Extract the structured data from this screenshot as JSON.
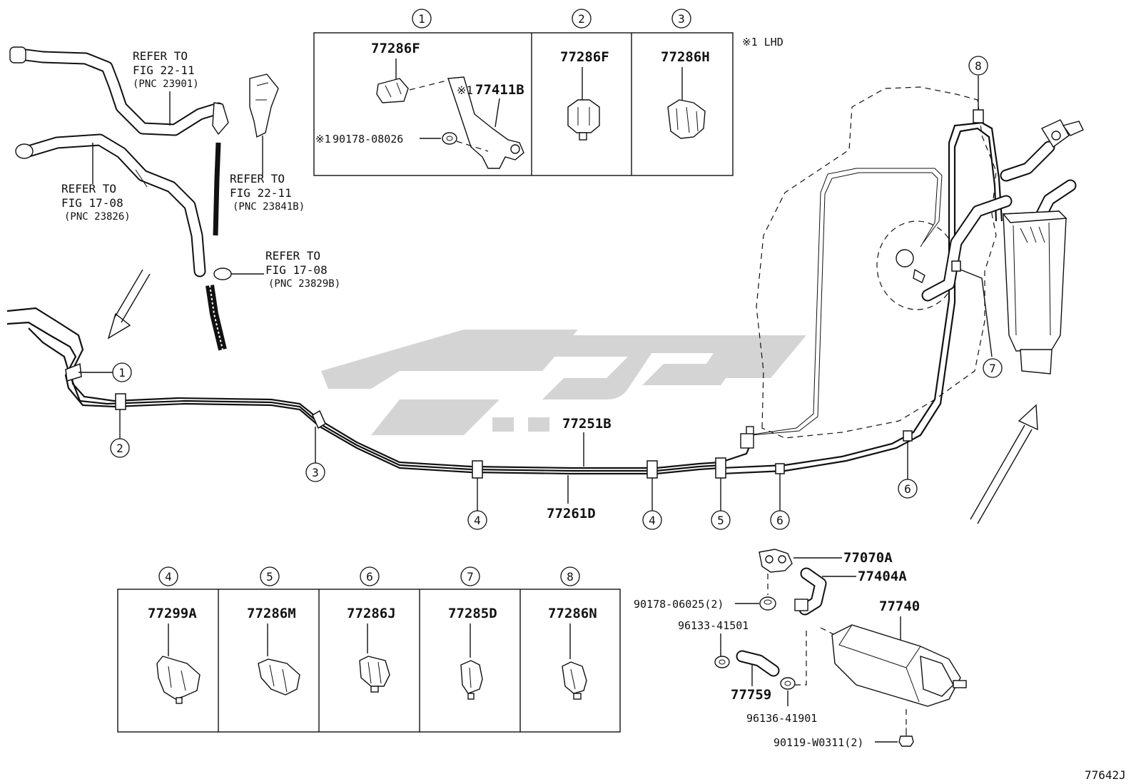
{
  "boxes": {
    "top": [
      {
        "index": "1",
        "part": "77286F",
        "bracket": "77411B",
        "grommet": "90178-08026"
      },
      {
        "index": "2",
        "part": "77286F"
      },
      {
        "index": "3",
        "part": "77286H"
      }
    ],
    "lhd_note": "※1 LHD",
    "bottom": [
      {
        "index": "4",
        "part": "77299A"
      },
      {
        "index": "5",
        "part": "77286M"
      },
      {
        "index": "6",
        "part": "77286J"
      },
      {
        "index": "7",
        "part": "77285D"
      },
      {
        "index": "8",
        "part": "77286N"
      }
    ]
  },
  "references": {
    "ref_to": "REFER TO",
    "fig_22_11": "FIG 22-11",
    "fig_17_08": "FIG 17-08",
    "pnc_23901": "(PNC 23901)",
    "pnc_23841b": "(PNC 23841B)",
    "pnc_23826": "(PNC 23826)",
    "pnc_23829b": "(PNC 23829B)"
  },
  "markers": {
    "note_mark": "※1",
    "one": "1",
    "two": "2",
    "three": "3",
    "four": "4",
    "five": "5",
    "six": "6",
    "seven": "7",
    "eight": "8"
  },
  "main_parts": {
    "tube_upper": "77251B",
    "tube_lower": "77261D"
  },
  "canister_parts": {
    "valve": "77070A",
    "hose": "77404A",
    "nut": "90178-06025(2)",
    "canister": "77740",
    "clamp_a": "96133-41501",
    "hose_b": "77759",
    "clamp_b": "96136-41901",
    "bolt": "90119-W0311(2)"
  },
  "figure_code": "77642J"
}
